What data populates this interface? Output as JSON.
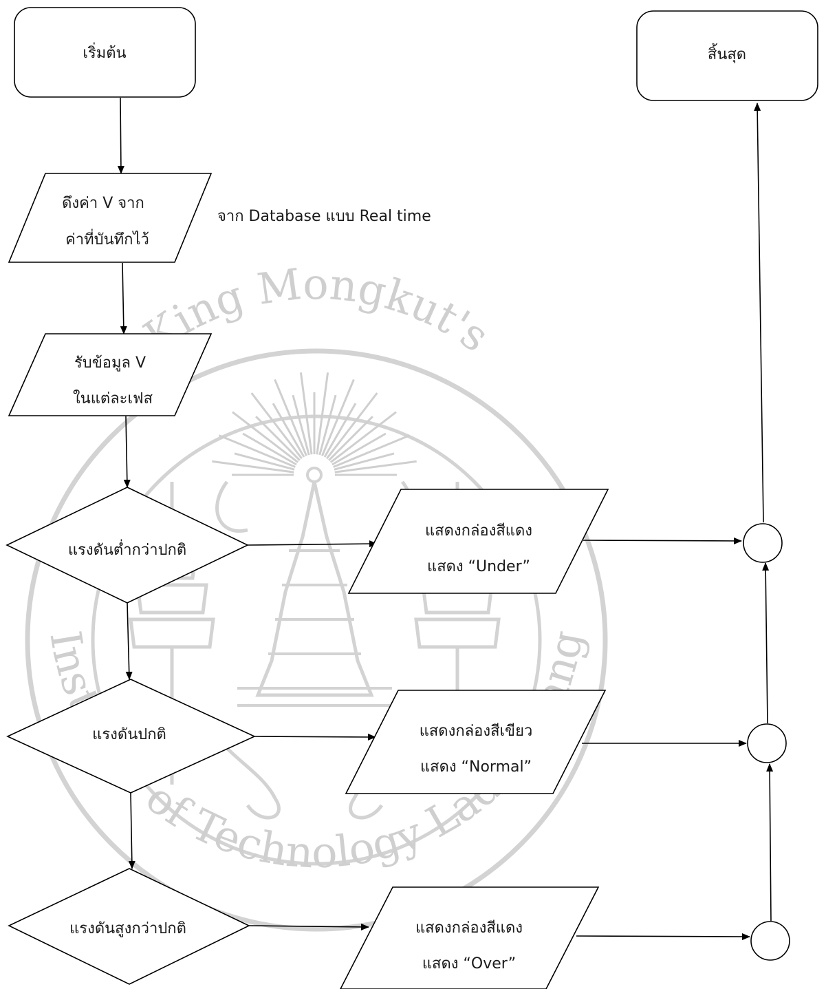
{
  "diagram": {
    "title": "",
    "nodes": {
      "start": {
        "label": "เริ่มต้น"
      },
      "end": {
        "label": "สิ้นสุด"
      },
      "fetch": {
        "line1": "ดึงค่า V จาก",
        "line2": "ค่าที่บันทึกไว้"
      },
      "receive": {
        "line1": "รับข้อมูล V",
        "line2": "ในแต่ละเฟส"
      },
      "dec_low": {
        "label": "แรงดันต่ำกว่าปกติ"
      },
      "dec_normal": {
        "label": "แรงดันปกติ"
      },
      "dec_high": {
        "label": "แรงดันสูงกว่าปกติ"
      },
      "out_under": {
        "line1": "แสดงกล่องสีแดง",
        "line2": "แสดง “Under”"
      },
      "out_normal": {
        "line1": "แสดงกล่องสีเขียว",
        "line2": "แสดง “Normal”"
      },
      "out_over": {
        "line1": "แสดงกล่องสีแดง",
        "line2": "แสดง “Over”"
      }
    },
    "annotation": "จาก Database แบบ Real time",
    "watermark": {
      "text": "King Mongkut's Institute of Technology Ladkrabang",
      "color": "#cfcfcf"
    }
  }
}
